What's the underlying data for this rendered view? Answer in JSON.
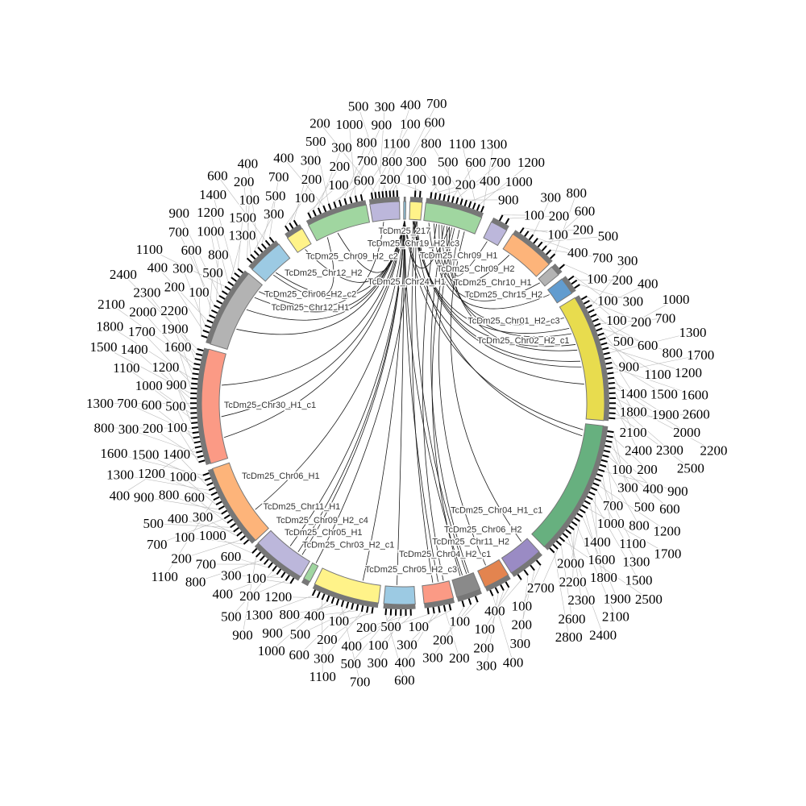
{
  "title": "Circos synteny plot",
  "link_color": "#1a1a1a",
  "segments": [
    {
      "name": "TcDm25_217",
      "color": "#8fc1d9",
      "start": 0.2,
      "end": 0.8,
      "ticks": []
    },
    {
      "name": "TcDm25_Chr19_H2_c3",
      "color": "#fff389",
      "start": 2,
      "end": 5.5,
      "ticks": [
        100,
        200
      ]
    },
    {
      "name": "TcDm25_Chr09_H1",
      "color": "#a0d6a0",
      "start": 6.5,
      "end": 23,
      "ticks": [
        100,
        200,
        300,
        400,
        500,
        600,
        700,
        800,
        900,
        1000,
        1100,
        1200,
        1300
      ]
    },
    {
      "name": "TcDm25_Chr09_H2",
      "color": "#bcb7db",
      "start": 26,
      "end": 31,
      "ticks": [
        100,
        200
      ]
    },
    {
      "name": "TcDm25_Chr10_H1",
      "color": "#fdb47a",
      "start": 33,
      "end": 46.5,
      "ticks": [
        100,
        200,
        300,
        400,
        500,
        600,
        700,
        800
      ]
    },
    {
      "name": "TcDm25_Chr15_H2",
      "color": "#b3b3b3",
      "start": 47.5,
      "end": 50.5,
      "ticks": [
        100
      ]
    },
    {
      "name": "TcDm25_Chr01_H2_c3",
      "color": "#629ccf",
      "start": 52,
      "end": 57,
      "ticks": [
        100,
        200,
        300
      ]
    },
    {
      "name": "TcDm25_Chr02_H2_c1",
      "color": "#e8dc4e",
      "start": 58.5,
      "end": 95,
      "ticks": [
        100,
        200,
        300,
        400,
        500,
        600,
        700,
        800,
        900,
        1000,
        1100,
        1200,
        1300,
        1400,
        1500,
        1600,
        1700,
        1800,
        1900,
        2000,
        2100,
        2200,
        2300,
        2400,
        2500,
        2600
      ]
    },
    {
      "name": "TcDm25_Chr04_H1_c1",
      "color": "#67b07f",
      "start": 96.5,
      "end": 135.5,
      "ticks": [
        100,
        200,
        300,
        400,
        500,
        600,
        700,
        800,
        900,
        1000,
        1100,
        1200,
        1300,
        1400,
        1500,
        1600,
        1700,
        1800,
        1900,
        2000,
        2100,
        2200,
        2300,
        2400,
        2500,
        2600,
        2700,
        2800
      ]
    },
    {
      "name": "TcDm25_Chr04_H2_c1",
      "color": "#9a8bc4",
      "start": 137.5,
      "end": 147.5,
      "ticks": [
        100,
        200,
        300,
        400
      ]
    },
    {
      "name": "TcDm25_Chr05_H2_c3",
      "color": "#e3844f",
      "start": 148.5,
      "end": 156,
      "ticks": [
        100,
        200,
        300,
        400
      ]
    },
    {
      "name": "TcDm25_Chr11_H2",
      "color": "#8a8a8a",
      "start": 157.5,
      "end": 164.5,
      "ticks": [
        100,
        200,
        300
      ]
    },
    {
      "name": "TcDm25_Chr06_H2",
      "color": "#fb9a85",
      "start": 165.5,
      "end": 174,
      "ticks": [
        100,
        200,
        300,
        400,
        500
      ]
    },
    {
      "name": "TcDm25_Chr03_H2_c1",
      "color": "#9ccae3",
      "start": 176.5,
      "end": 185.5,
      "ticks": [
        100,
        200,
        300,
        400,
        500,
        600
      ]
    },
    {
      "name": "TcDm25_Chr05_H1",
      "color": "#fff389",
      "start": 187,
      "end": 206,
      "ticks": [
        100,
        200,
        300,
        400,
        500,
        600,
        700,
        800,
        900,
        1000,
        1100,
        1200,
        1300
      ]
    },
    {
      "name": "TcDm25_Chr09_H2_c4",
      "color": "#a0d6a0",
      "start": 207.5,
      "end": 209.5,
      "ticks": []
    },
    {
      "name": "TcDm25_Chr11_H1",
      "color": "#bcb7db",
      "start": 210.5,
      "end": 226,
      "ticks": [
        100,
        200,
        300,
        400,
        500,
        600,
        700,
        800,
        900,
        1000
      ]
    },
    {
      "name": "TcDm25_Chr06_H1",
      "color": "#fdb47a",
      "start": 227,
      "end": 251,
      "ticks": [
        100,
        200,
        300,
        400,
        500,
        600,
        700,
        800,
        900,
        1000,
        1100,
        1200,
        1300,
        1400,
        1500,
        1600
      ]
    },
    {
      "name": "TcDm25_Chr30_H1_c1",
      "color": "#fb9a85",
      "start": 252.5,
      "end": 285.5,
      "ticks": [
        100,
        200,
        300,
        400,
        500,
        600,
        700,
        800,
        900,
        1000,
        1100,
        1200,
        1300,
        1400,
        1500,
        1600,
        1700,
        1800,
        1900,
        2000,
        2100,
        2200,
        2300,
        2400
      ]
    },
    {
      "name": "TcDm25_Chr06_H2_c2",
      "color": "#b3b3b3",
      "start": 287,
      "end": 310,
      "ticks": [
        100,
        200,
        300,
        400,
        500,
        600,
        700,
        800,
        900,
        1000,
        1100,
        1200,
        1300,
        1400,
        1500
      ]
    },
    {
      "name": "TcDm25_Chr09_H2_c2",
      "color": "#9ccae3",
      "start": 311.5,
      "end": 322,
      "ticks": [
        100,
        200,
        300,
        400,
        500,
        600,
        700
      ]
    },
    {
      "name": "TcDm25_Chr12_H2",
      "color": "#fff389",
      "start": 325,
      "end": 330,
      "ticks": [
        100,
        200,
        300
      ]
    },
    {
      "name": "TcDm25_Chr12_H1",
      "color": "#a0d6a0",
      "start": 332,
      "end": 349.5,
      "ticks": [
        100,
        200,
        300,
        400,
        500,
        600,
        700,
        800,
        900,
        1000,
        1100
      ]
    },
    {
      "name": "TcDm25_Chr24_H1",
      "color": "#bcb7db",
      "start": 350.5,
      "end": 359,
      "ticks": [
        100,
        200,
        300,
        400,
        500,
        600,
        700,
        800
      ]
    }
  ],
  "links": [
    [
      0,
      0.5,
      13,
      0.6
    ],
    [
      0,
      0.5,
      14,
      0.3
    ],
    [
      0,
      0.5,
      12,
      0.4
    ],
    [
      0,
      0.5,
      11,
      0.5
    ],
    [
      0,
      0.5,
      16,
      0.5
    ],
    [
      0,
      0.5,
      17,
      0.3
    ],
    [
      0,
      0.5,
      18,
      0.2
    ],
    [
      0,
      0.5,
      18,
      0.4
    ],
    [
      0,
      0.5,
      19,
      0.3
    ],
    [
      0,
      0.5,
      20,
      0.4
    ],
    [
      0,
      0.5,
      21,
      0.5
    ],
    [
      0,
      0.5,
      22,
      0.4
    ],
    [
      1,
      0.3,
      7,
      0.2
    ],
    [
      1,
      0.4,
      7,
      0.35
    ],
    [
      1,
      0.6,
      7,
      0.5
    ],
    [
      1,
      0.5,
      8,
      0.1
    ],
    [
      1,
      0.7,
      11,
      0.3
    ],
    [
      1,
      0.5,
      12,
      0.6
    ],
    [
      2,
      0.1,
      6,
      0.3
    ],
    [
      2,
      0.2,
      5,
      0.4
    ],
    [
      2,
      0.3,
      4,
      0.2
    ],
    [
      2,
      0.35,
      7,
      0.1
    ],
    [
      2,
      0.45,
      7,
      0.25
    ],
    [
      2,
      0.5,
      7,
      0.4
    ],
    [
      2,
      0.55,
      11,
      0.6
    ],
    [
      2,
      0.6,
      10,
      0.6
    ],
    [
      2,
      0.7,
      3,
      0.3
    ],
    [
      2,
      0.8,
      9,
      0.2
    ],
    [
      2,
      0.4,
      11,
      0.2
    ],
    [
      2,
      0.25,
      12,
      0.2
    ],
    [
      0,
      0.5,
      19,
      0.6
    ],
    [
      0,
      0.5,
      19,
      0.8
    ],
    [
      0,
      0.5,
      18,
      0.7
    ],
    [
      0,
      0.5,
      16,
      0.2
    ],
    [
      0,
      0.5,
      16,
      0.3
    ],
    [
      1,
      0.4,
      15,
      0.5
    ],
    [
      23,
      0.4,
      19,
      0.9
    ],
    [
      22,
      0.2,
      20,
      0.3
    ],
    [
      0,
      0.5,
      2,
      0.5
    ],
    [
      0,
      0.5,
      7,
      0.7
    ],
    [
      1,
      0.5,
      7,
      0.55
    ],
    [
      0,
      0.5,
      8,
      0.05
    ]
  ]
}
